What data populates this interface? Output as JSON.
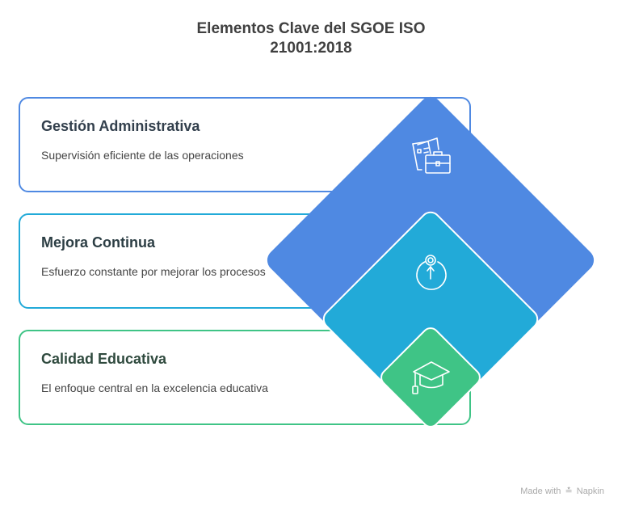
{
  "title_line1": "Elementos Clave del SGOE ISO",
  "title_line2": "21001:2018",
  "items": [
    {
      "title": "Gestión Administrativa",
      "description": "Supervisión eficiente de las operaciones",
      "icon": "documents-briefcase-icon",
      "color": "#4f89e2"
    },
    {
      "title": "Mejora Continua",
      "description": "Esfuerzo constante por mejorar los procesos",
      "icon": "growth-target-icon",
      "color": "#22aad8"
    },
    {
      "title": "Calidad Educativa",
      "description": "El enfoque central en la excelencia educativa",
      "icon": "graduation-cap-icon",
      "color": "#3fc486"
    }
  ],
  "footer": {
    "made_with": "Made with",
    "brand": "Napkin"
  }
}
